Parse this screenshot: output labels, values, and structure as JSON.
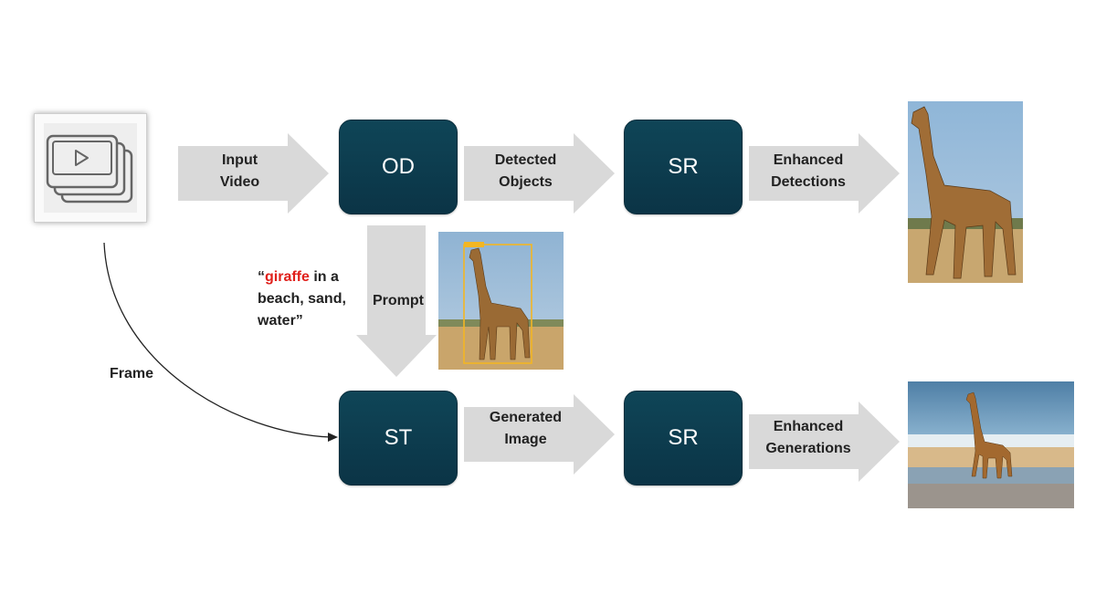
{
  "nodes": {
    "od": "OD",
    "sr_top": "SR",
    "st": "ST",
    "sr_bottom": "SR"
  },
  "arrows": {
    "input_video": "Input\nVideo",
    "detected_objects": "Detected\nObjects",
    "enhanced_detections": "Enhanced\nDetections",
    "prompt": "Prompt",
    "generated_image": "Generated\nImage",
    "enhanced_generations": "Enhanced\nGenerations",
    "frame": "Frame"
  },
  "prompt_text": {
    "open_quote": "“",
    "highlight": "giraffe",
    "rest": " in a beach, sand, water”"
  },
  "colors": {
    "node_fill": "#0f4557",
    "arrow_fill": "#d9d9d9",
    "highlight": "#e0201b"
  },
  "icons": {
    "input": "video-stack-icon"
  }
}
